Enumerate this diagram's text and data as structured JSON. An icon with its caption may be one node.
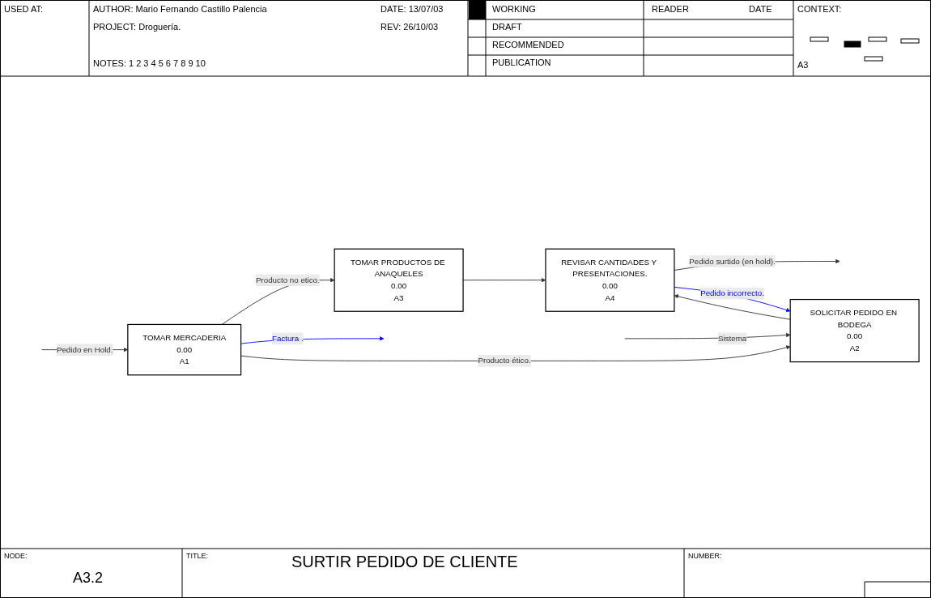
{
  "diagram": {
    "title": "SURTIR PEDIDO DE CLIENTE",
    "nodes": [
      {
        "text": [
          "TOMAR MERCADERIA",
          "0.00",
          "A1"
        ]
      },
      {
        "text": [
          "TOMAR PRODUCTOS DE ANAQUELES",
          "0.00",
          "A3"
        ]
      },
      {
        "text": [
          "SOLICITAR PEDIDO EN BODEGA",
          "0.00",
          "A2"
        ]
      },
      {
        "text": [
          "REVISAR CANTIDADES Y PRESENTACIONES.",
          "0.00",
          "A4"
        ]
      }
    ],
    "edges": [
      {
        "from": null,
        "to": 0,
        "arrow": "to",
        "label": "Pedido en Hold."
      },
      {
        "from": 0,
        "to": 1,
        "arrow": "to",
        "label": "Producto no etico."
      },
      {
        "from": 0,
        "to": null,
        "arrow": "to",
        "label": "Factura .",
        "color": "#0000ff"
      },
      {
        "from": 0,
        "to": 2,
        "arrow": "to",
        "label": "Producto ético."
      },
      {
        "from": 1,
        "to": 3,
        "arrow": "to"
      },
      {
        "from": 2,
        "to": 3,
        "arrow": "to"
      },
      {
        "from": 3,
        "to": null,
        "arrow": "to",
        "label": "Pedido surtido (en hold)."
      },
      {
        "from": 3,
        "to": 2,
        "arrow": "to",
        "label": "Pedido incorrecto.",
        "color": "#0000ff"
      },
      {
        "from": null,
        "to": 2,
        "arrow": "to",
        "label": "Sistema"
      }
    ],
    "labels": [
      "USED AT:",
      "AUTHOR: Mario Fernando Castillo Palencia",
      "DATE: 13/07/03",
      "PROJECT: Droguería.",
      "REV: 26/10/03",
      "NOTES: 1 2 3 4 5 6 7 8 9 10",
      "WORKING",
      "DRAFT",
      "RECOMMENDED",
      "PUBLICATION",
      "READER",
      "DATE",
      "CONTEXT:",
      "A3",
      "NODE:",
      "A3.2",
      "TITLE:",
      "NUMBER:"
    ]
  }
}
